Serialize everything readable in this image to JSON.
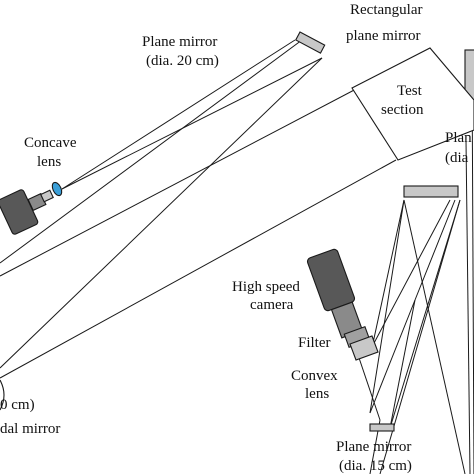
{
  "labels": {
    "plane_mirror_top": {
      "line1": "Plane mirror",
      "line2": "(dia. 20 cm)"
    },
    "rect_mirror": {
      "line1": "Rectangular",
      "line2": "plane mirror"
    },
    "test_section": {
      "line1": "Test",
      "line2": "section"
    },
    "concave_lens": {
      "line1": "Concave",
      "line2": "lens"
    },
    "plane_right_partial": {
      "line1": "Plan",
      "line2": "(dia"
    },
    "camera": {
      "line1": "High speed",
      "line2": "camera"
    },
    "filter": "Filter",
    "convex_lens": {
      "line1": "Convex",
      "line2": "lens"
    },
    "left_partial": {
      "line1": "0 cm)",
      "line2": "dal mirror"
    },
    "plane_mirror_bottom": {
      "line1": "Plane mirror",
      "line2": "(dia. 15 cm)"
    }
  },
  "colors": {
    "line": "#1a1a1a",
    "mirror_fill": "#c8c8c8",
    "lens_fill": "#3a9fd8",
    "camera_fill": "#585858",
    "filter_fill": "#8a8a8a"
  }
}
